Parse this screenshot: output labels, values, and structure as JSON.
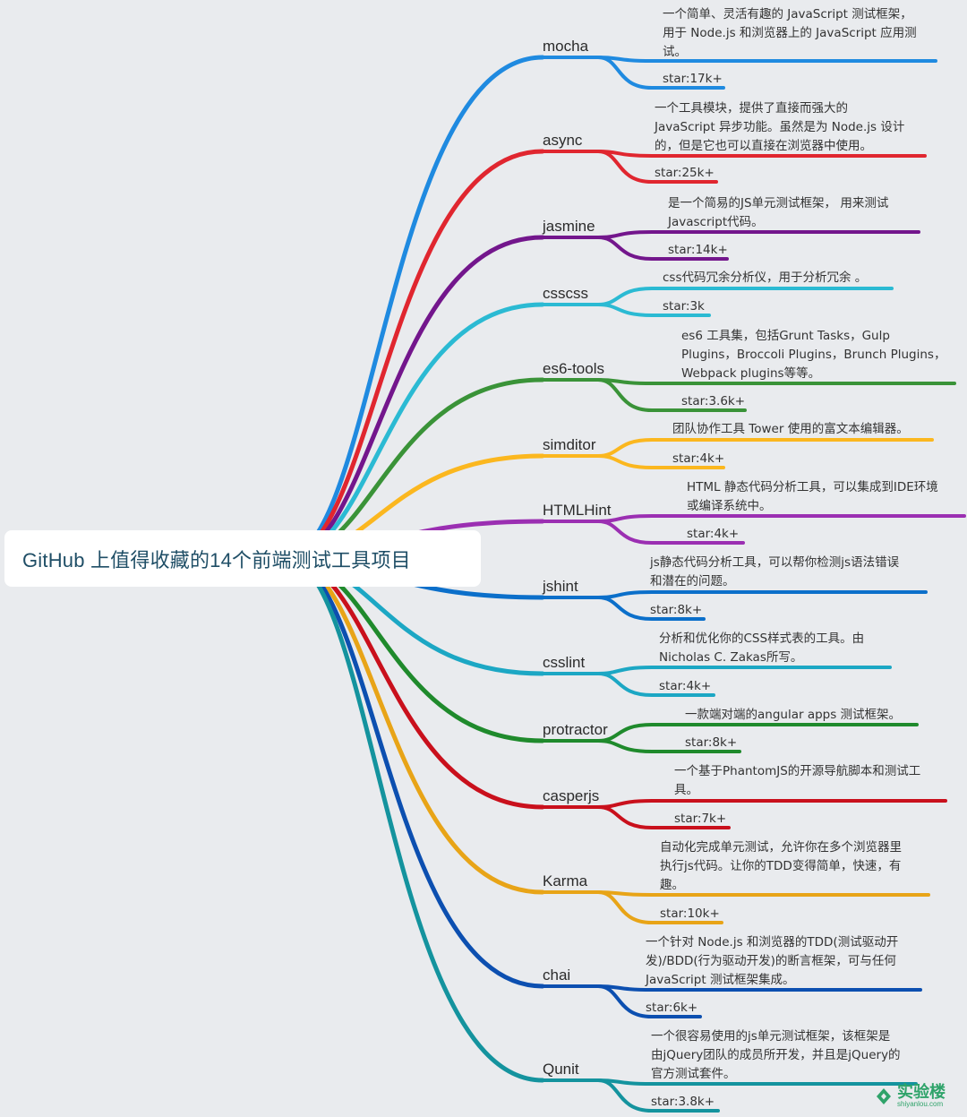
{
  "root": {
    "title": "GitHub 上值得收藏的14个前端测试工具项目"
  },
  "branches": [
    {
      "name": "mocha",
      "color": "#1f8ae0",
      "desc": [
        "一个简单、灵活有趣的 JavaScript 测试框架，",
        "用于 Node.js 和浏览器上的 JavaScript 应用测",
        "试。"
      ],
      "star": "star:17k+"
    },
    {
      "name": "async",
      "color": "#e0262f",
      "desc": [
        "一个工具模块，提供了直接而强大的",
        "JavaScript 异步功能。虽然是为 Node.js 设计",
        "的，但是它也可以直接在浏览器中使用。"
      ],
      "star": "star:25k+"
    },
    {
      "name": "jasmine",
      "color": "#73168c",
      "desc": [
        "是一个简易的JS单元测试框架， 用来测试",
        "Javascript代码。"
      ],
      "star": "star:14k+"
    },
    {
      "name": "csscss",
      "color": "#2bbad3",
      "desc": [
        "css代码冗余分析仪，用于分析冗余 。"
      ],
      "star": "star:3k"
    },
    {
      "name": "es6-tools",
      "color": "#3a9338",
      "desc": [
        "es6 工具集，包括Grunt Tasks，Gulp",
        "Plugins，Broccoli Plugins，Brunch Plugins，",
        "Webpack plugins等等。"
      ],
      "star": "star:3.6k+"
    },
    {
      "name": "simditor",
      "color": "#fbb71f",
      "desc": [
        "团队协作工具 Tower 使用的富文本编辑器。"
      ],
      "star": "star:4k+"
    },
    {
      "name": "HTMLHint",
      "color": "#9b2fb2",
      "desc": [
        "HTML 静态代码分析工具，可以集成到IDE环境",
        "或编译系统中。"
      ],
      "star": "star:4k+"
    },
    {
      "name": "jshint",
      "color": "#0b6fca",
      "desc": [
        "js静态代码分析工具，可以帮你检测js语法错误",
        "和潜在的问题。"
      ],
      "star": "star:8k+"
    },
    {
      "name": "csslint",
      "color": "#1ca7c4",
      "desc": [
        "分析和优化你的CSS样式表的工具。由",
        "Nicholas C. Zakas所写。"
      ],
      "star": "star:4k+"
    },
    {
      "name": "protractor",
      "color": "#1f8a2c",
      "desc": [
        "一款端对端的angular apps 测试框架。"
      ],
      "star": "star:8k+"
    },
    {
      "name": "casperjs",
      "color": "#c9101c",
      "desc": [
        "一个基于PhantomJS的开源导航脚本和测试工",
        "具。"
      ],
      "star": "star:7k+"
    },
    {
      "name": "Karma",
      "color": "#e8a417",
      "desc": [
        "自动化完成单元测试，允许你在多个浏览器里",
        "执行js代码。让你的TDD变得简单，快速，有",
        "趣。"
      ],
      "star": "star:10k+"
    },
    {
      "name": "chai",
      "color": "#0c4fb0",
      "desc": [
        "一个针对 Node.js 和浏览器的TDD(测试驱动开",
        "发)/BDD(行为驱动开发)的断言框架，可与任何",
        "JavaScript 测试框架集成。"
      ],
      "star": "star:6k+"
    },
    {
      "name": "Qunit",
      "color": "#14939e",
      "desc": [
        "一个很容易使用的js单元测试框架，该框架是",
        "由jQuery团队的成员所开发，并且是jQuery的",
        "官方测试套件。"
      ],
      "star": "star:3.8k+"
    }
  ],
  "logo": {
    "cn": "实验楼",
    "en": "shiyanlou.com",
    "color": "#2fa36a"
  }
}
